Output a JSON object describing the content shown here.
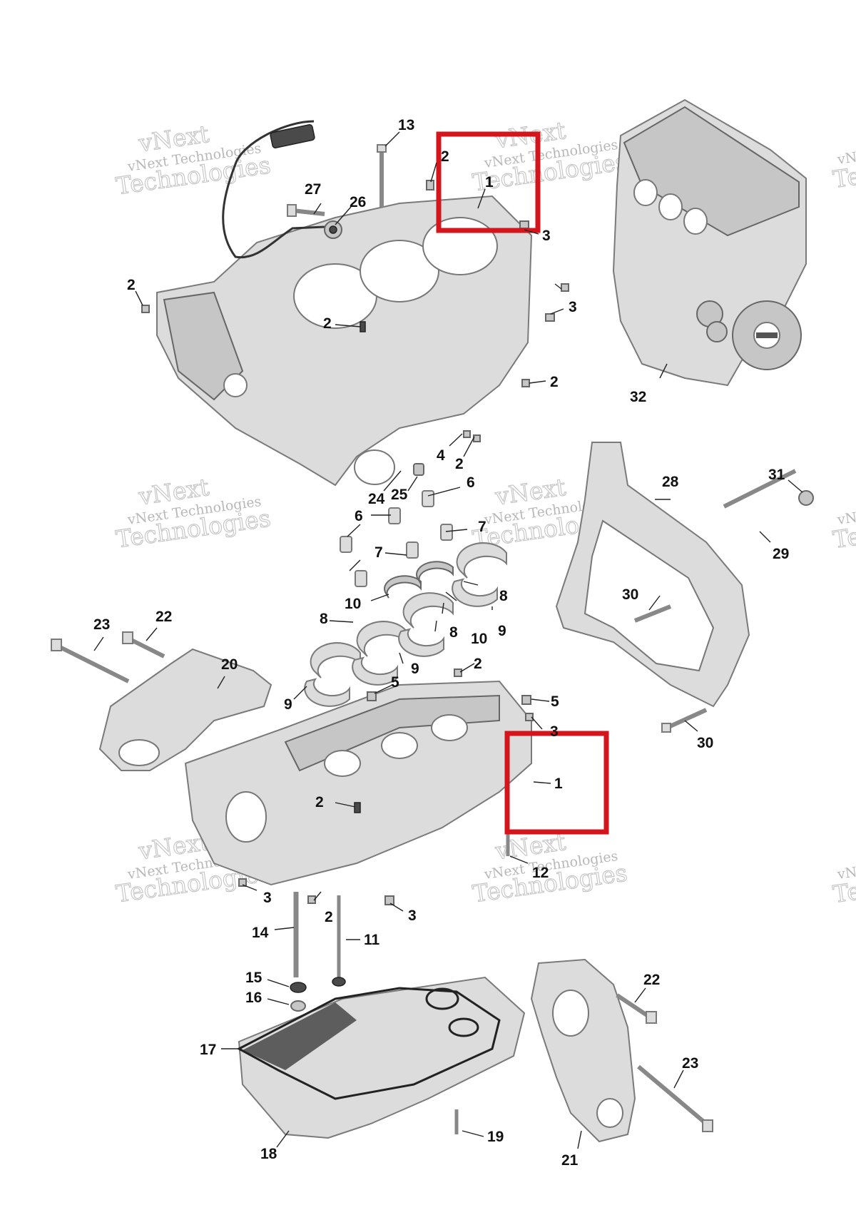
{
  "diagram": {
    "callouts": {
      "c1a": "1",
      "c1b": "1",
      "c2a": "2",
      "c2b": "2",
      "c2c": "2",
      "c2d": "2",
      "c2e": "2",
      "c2f": "2",
      "c2g": "2",
      "c2h": "2",
      "c3a": "3",
      "c3b": "3",
      "c3c": "3",
      "c3d": "3",
      "c3e": "3",
      "c4": "4",
      "c5a": "5",
      "c5b": "5",
      "c6a": "6",
      "c6b": "6",
      "c7a": "7",
      "c7b": "7",
      "c8a": "8",
      "c8b": "8",
      "c8c": "8",
      "c9a": "9",
      "c9b": "9",
      "c9c": "9",
      "c10a": "10",
      "c10b": "10",
      "c11": "11",
      "c12": "12",
      "c13": "13",
      "c14": "14",
      "c15": "15",
      "c16": "16",
      "c17": "17",
      "c18": "18",
      "c19": "19",
      "c20": "20",
      "c21": "21",
      "c22a": "22",
      "c22b": "22",
      "c23a": "23",
      "c23b": "23",
      "c24": "24",
      "c25": "25",
      "c26": "26",
      "c27": "27",
      "c28": "28",
      "c29": "29",
      "c30a": "30",
      "c30b": "30",
      "c31": "31",
      "c32": "32"
    },
    "watermark": {
      "line1": "vNext Technologies",
      "line2": "Technologies",
      "line0": "vNext"
    },
    "highlight_color": "#d4161c"
  }
}
